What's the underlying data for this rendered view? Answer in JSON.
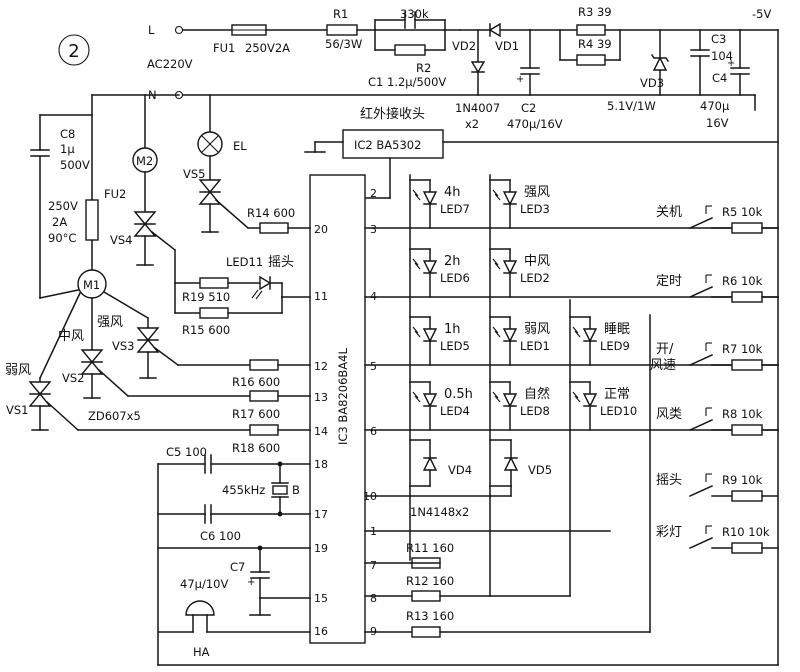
{
  "figure_number": "2",
  "mains": {
    "L": "L",
    "N": "N",
    "supply": "AC220V"
  },
  "fuse1": {
    "ref": "FU1",
    "value": "250V2A"
  },
  "r1": {
    "ref": "R1",
    "value": "56/3W"
  },
  "r2": {
    "value": "330k",
    "ref": "R2"
  },
  "c1": {
    "label": "C1  1.2μ/500V"
  },
  "vd1": "VD1",
  "vd2": "VD2",
  "vd12_type": "1N4007",
  "vd12_qty": "x2",
  "c2": {
    "ref": "C2",
    "value": "470μ/16V"
  },
  "r3": "R3  39",
  "r4": "R4  39",
  "vd3": {
    "ref": "VD3",
    "value": "5.1V/1W"
  },
  "c3": {
    "ref": "C3",
    "value": "104"
  },
  "c4": {
    "ref": "C4",
    "value": "470μ",
    "voltage": "16V"
  },
  "rail": "-5V",
  "ir_receiver": "红外接收头",
  "ic2": "IC2  BA5302",
  "ic3": "IC3  BA8206BA4L",
  "c8": {
    "ref": "C8",
    "value": "1μ",
    "voltage": "500V"
  },
  "m2": "M2",
  "el": "EL",
  "fu2": {
    "ref": "FU2",
    "spec": [
      "250V",
      "2A",
      "90°C"
    ]
  },
  "m1": "M1",
  "vs4": "VS4",
  "vs5": "VS5",
  "vs1": "VS1",
  "vs2": "VS2",
  "vs3": "VS3",
  "motor_taps": {
    "weak": "弱风",
    "mid": "中风",
    "strong": "强风"
  },
  "zd": "ZD607x5",
  "led11": {
    "ref": "LED11",
    "func": "摇头"
  },
  "r14": "R14  600",
  "r19": "R19  510",
  "r15": "R15  600",
  "r16": "R16  600",
  "r17": "R17  600",
  "r18": "R18  600",
  "c5": "C5  100",
  "crystal": {
    "freq": "455kHz",
    "ref": "B"
  },
  "c6": "C6  100",
  "c7": {
    "ref": "C7",
    "value": "47μ/10V"
  },
  "ha": "HA",
  "ic3_pins": {
    "p2": "2",
    "p3": "3",
    "p4": "4",
    "p5": "5",
    "p6": "6",
    "p10": "10",
    "p1": "1",
    "p7": "7",
    "p8": "8",
    "p9": "9",
    "p20": "20",
    "p11": "11",
    "p12": "12",
    "p13": "13",
    "p14": "14",
    "p18": "18",
    "p17": "17",
    "p19": "19",
    "p15": "15",
    "p16": "16"
  },
  "led_matrix": [
    {
      "row": "3",
      "a": {
        "text": "4h",
        "ref": "LED7"
      },
      "b": {
        "text": "强风",
        "ref": "LED3"
      },
      "c": null
    },
    {
      "row": "4",
      "a": {
        "text": "2h",
        "ref": "LED6"
      },
      "b": {
        "text": "中风",
        "ref": "LED2"
      },
      "c": null
    },
    {
      "row": "5",
      "a": {
        "text": "1h",
        "ref": "LED5"
      },
      "b": {
        "text": "弱风",
        "ref": "LED1"
      },
      "c": {
        "text": "睡眠",
        "ref": "LED9"
      }
    },
    {
      "row": "6",
      "a": {
        "text": "0.5h",
        "ref": "LED4"
      },
      "b": {
        "text": "自然",
        "ref": "LED8"
      },
      "c": {
        "text": "正常",
        "ref": "LED10"
      }
    }
  ],
  "vd4": "VD4",
  "vd5": "VD5",
  "vd45_type": "1N4148x2",
  "r11": "R11  160",
  "r12": "R12  160",
  "r13": "R13  160",
  "keys": [
    {
      "label": "关机",
      "r": "R5  10k"
    },
    {
      "label": "定时",
      "r": "R6  10k"
    },
    {
      "label": "开/",
      "label2": "风速",
      "r": "R7  10k"
    },
    {
      "label": "风类",
      "r": "R8  10k"
    },
    {
      "label": "摇头",
      "r": "R9  10k"
    },
    {
      "label": "彩灯",
      "r": "R10  10k"
    }
  ]
}
